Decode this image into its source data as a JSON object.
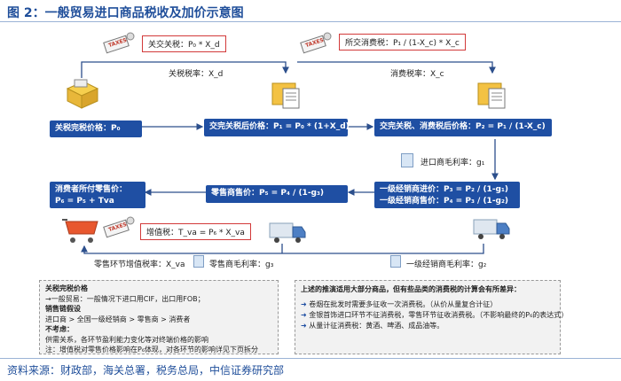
{
  "title": "图 2：一般贸易进口商品税收及加价示意图",
  "tax_tags": [
    "TAXES",
    "TAXES",
    "TAXES"
  ],
  "top_tariff_box": "关交关税：P₀ * X_d",
  "top_consumption_box": "所交消费税：P₁ / (1-X_c) * X_c",
  "tariff_rate_label": "关税税率：X_d",
  "consumption_rate_label": "消费税率：X_c",
  "box_customs_price": "关税完税价格：P₀",
  "box_after_tariff": "交完关税后价格：P₁ = P₀ * (1+X_d)",
  "box_after_consumption": "交完关税、消费税后价格：P₂ = P₁ / (1-X_c)",
  "import_margin_label": "进口商毛利率：g₁",
  "box_first_level_1": "一级经销商进价：P₃ = P₂ / (1-g₁)",
  "box_first_level_2": "一级经销商售价：P₄ = P₃ / (1-g₂)",
  "box_retail": "零售商售价：P₅ = P₄ / (1-g₃)",
  "box_consumer_1": "消费者所付零售价：",
  "box_consumer_2": "P₆ = P₅ + Tva",
  "vat_box": "增值税：T_va = P₆ * X_va",
  "retail_vat_label": "零售环节增值税率：X_va",
  "retail_margin_label": "零售商毛利率：g₃",
  "dist_margin_label": "一级经销商毛利率：g₂",
  "left_notes": [
    {
      "text": "关税完税价格",
      "bold": true
    },
    {
      "text": "→一般贸易：一般情况下进口用CIF，出口用FOB；",
      "bold": false
    },
    {
      "text": "销售链假设",
      "bold": true
    },
    {
      "text": "进口商 > 全国一级经销商 > 零售商 > 消费者",
      "bold": false
    },
    {
      "text": "不考虑：",
      "bold": true
    },
    {
      "text": "供需关系，各环节盈利能力变化等对终端价格的影响",
      "bold": false
    },
    {
      "text": "注：增值税对零售价格影响在P₆体现，对各环节的影响详见下页拆分",
      "bold": false
    }
  ],
  "right_notes_header": "上述的推演适用大部分商品，但有些品类的消费税的计算会有所差异：",
  "right_notes": [
    "卷烟在批发时需要多征收一次消费税。（从价从量复合计征）",
    "金银首饰进口环节不征消费税，零售环节征收消费税。（不影响最终的P₆的表达式）",
    "从量计征消费税：黄酒、啤酒、成品油等。"
  ],
  "bullet_symbol": "➜",
  "source": "资料来源：财政部，海关总署，税务总局，中信证券研究部",
  "colors": {
    "box_blue": "#1f4fa3",
    "border_red": "#d23a3a",
    "title_blue": "#1f4e9a",
    "arrow_blue": "#2c4f8c"
  }
}
